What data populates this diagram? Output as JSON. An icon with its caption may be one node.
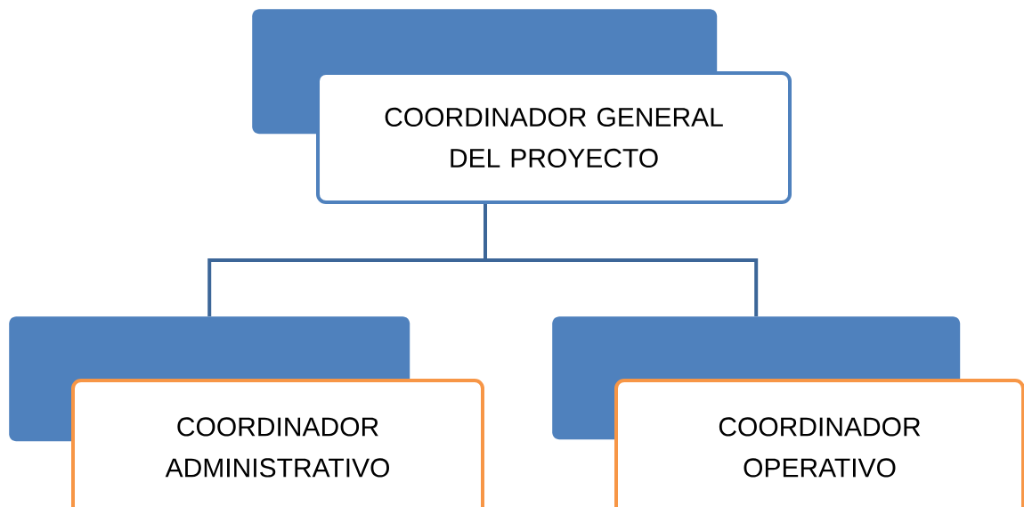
{
  "diagram": {
    "nodes": [
      {
        "text": [],
        "shape": "box"
      },
      {
        "text": [
          "COORDINADOR GENERAL DEL PROYECTO"
        ]
      },
      {
        "text": [],
        "shape": "box"
      },
      {
        "text": [
          "COORDINADOR ADMINISTRATIVO"
        ]
      },
      {
        "text": [],
        "shape": "box"
      },
      {
        "text": [
          "COORDINADOR OPERATIVO"
        ]
      }
    ],
    "edges": [
      {
        "from": 1,
        "to": 2,
        "arrow": "none"
      },
      {
        "from": 1,
        "to": 4,
        "arrow": "none"
      }
    ]
  }
}
